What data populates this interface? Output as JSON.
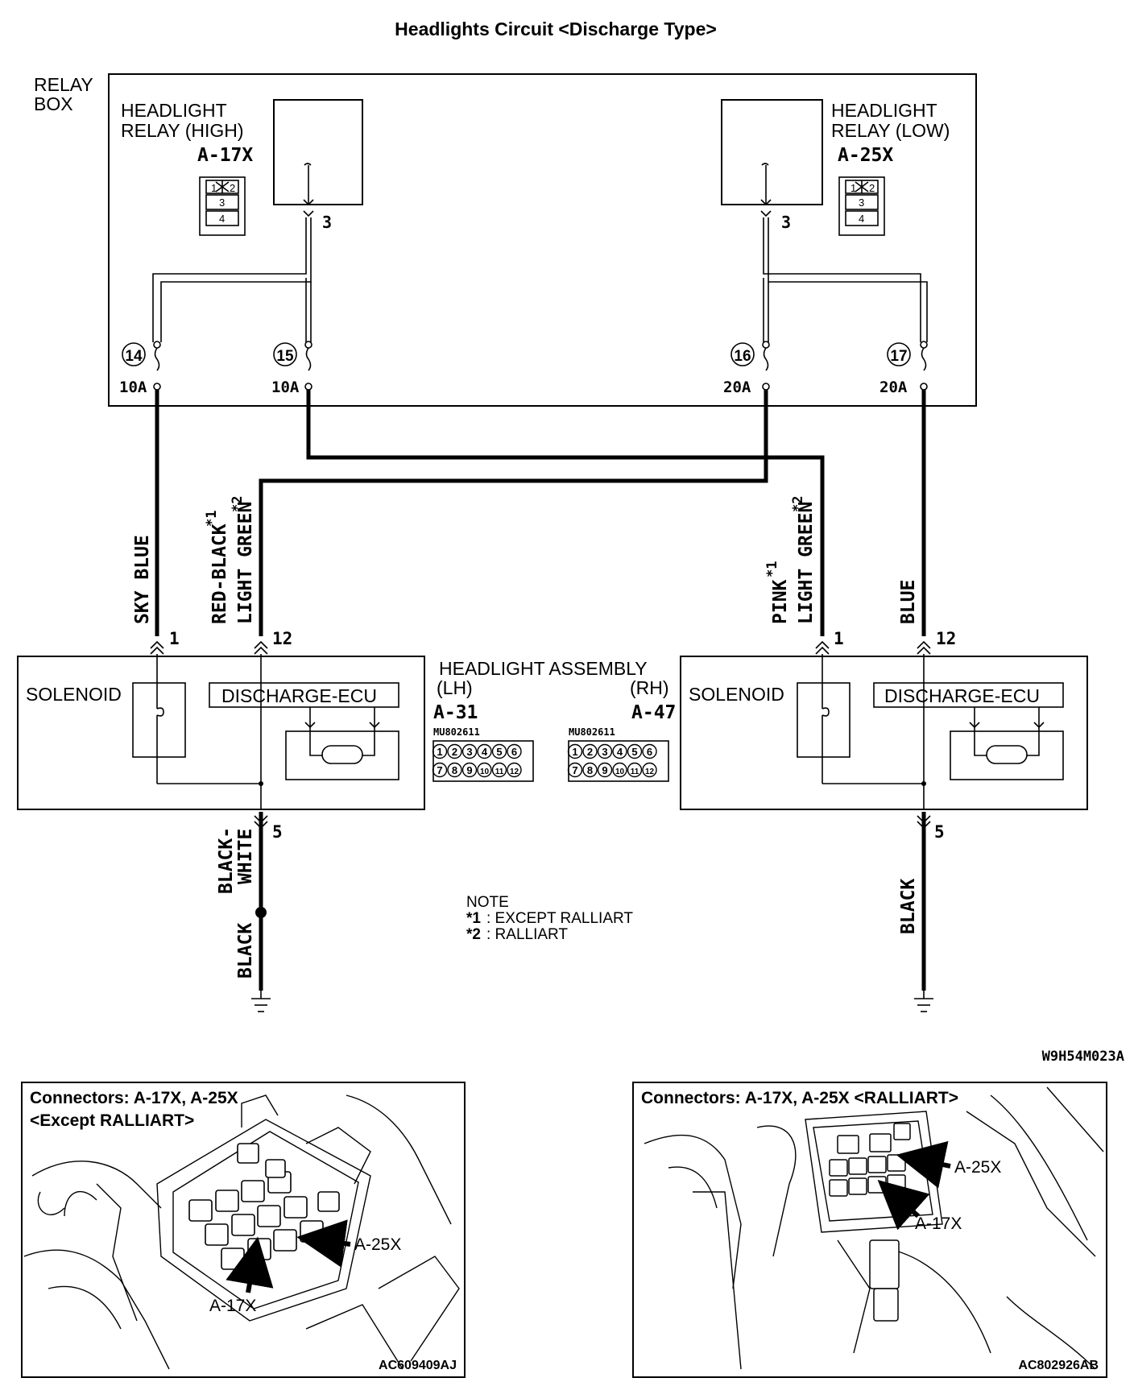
{
  "title": "Headlights Circuit <Discharge Type>",
  "relay_box": {
    "label_line1": "RELAY",
    "label_line2": "BOX",
    "relay_high": {
      "line1": "HEADLIGHT",
      "line2": "RELAY (HIGH)",
      "connector": "A-17X",
      "pin": "3"
    },
    "relay_low": {
      "line1": "HEADLIGHT",
      "line2": "RELAY (LOW)",
      "connector": "A-25X",
      "pin": "3"
    },
    "connector_pins": [
      "1",
      "2",
      "3",
      "4"
    ],
    "fuses": [
      {
        "number": "14",
        "rating": "10A"
      },
      {
        "number": "15",
        "rating": "10A"
      },
      {
        "number": "16",
        "rating": "20A"
      },
      {
        "number": "17",
        "rating": "20A"
      }
    ]
  },
  "wires": {
    "sky_blue": "SKY BLUE",
    "red_black": "RED-BLACK",
    "light_green_lh": "LIGHT GREEN",
    "pink": "PINK",
    "light_green_rh": "LIGHT GREEN",
    "blue": "BLUE",
    "black_white_1": "BLACK-",
    "black_white_2": "WHITE",
    "black_lh": "BLACK",
    "black_rh": "BLACK",
    "star1": "*1",
    "star2": "*2"
  },
  "pins": {
    "p1": "1",
    "p12": "12",
    "p5": "5"
  },
  "headlight": {
    "title": "HEADLIGHT ASSEMBLY",
    "lh": "(LH)",
    "rh": "(RH)",
    "lh_connector": "A-31",
    "rh_connector": "A-47",
    "part_number": "MU802611",
    "solenoid": "SOLENOID",
    "ecu": "DISCHARGE-ECU",
    "pins_row1": [
      "1",
      "2",
      "3",
      "4",
      "5",
      "6"
    ],
    "pins_row2": [
      "7",
      "8",
      "9",
      "10",
      "11",
      "12"
    ]
  },
  "note": {
    "heading": "NOTE",
    "n1_mark": "*1",
    "n1_text": ": EXCEPT RALLIART",
    "n2_mark": "*2",
    "n2_text": ": RALLIART"
  },
  "diagram_code": "W9H54M023A",
  "photos": [
    {
      "title_line1": "Connectors: A-17X, A-25X",
      "title_line2": "<Except RALLIART>",
      "callout_a25": "A-25X",
      "callout_a17": "A-17X",
      "code": "AC609409AJ"
    },
    {
      "title_line1": "Connectors: A-17X, A-25X <RALLIART>",
      "callout_a25": "A-25X",
      "callout_a17": "A-17X",
      "code": "AC802926AB"
    }
  ]
}
